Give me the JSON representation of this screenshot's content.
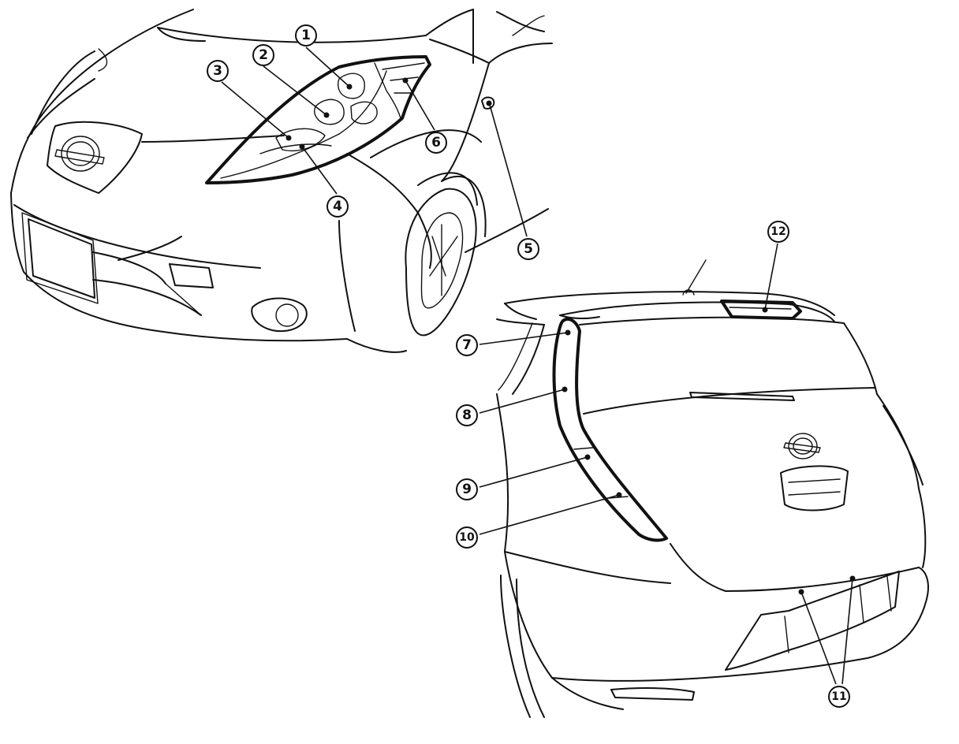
{
  "callouts": {
    "c1": "1",
    "c2": "2",
    "c3": "3",
    "c4": "4",
    "c5": "5",
    "c6": "6",
    "c7": "7",
    "c8": "8",
    "c9": "9",
    "c10": "10",
    "c11": "11",
    "c12": "12"
  },
  "colors": {
    "ink": "#111111",
    "paper": "#ffffff"
  },
  "icons": {
    "front_emblem": "nissan-emblem-icon",
    "rear_emblem": "nissan-emblem-icon"
  }
}
